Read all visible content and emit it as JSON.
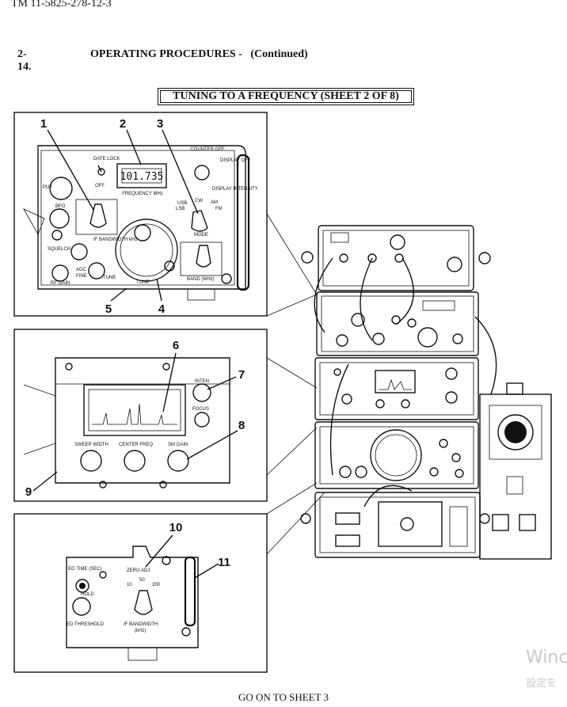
{
  "header": {
    "doc_number": "TM 11-5825-278-12-3",
    "section_number": "2-14.",
    "section_title": "OPERATING PROCEDURES -",
    "section_suffix": "(Continued)"
  },
  "figure": {
    "title": "TUNING TO A FREQUENCY (SHEET 2 OF 8)",
    "callouts": [
      "1",
      "2",
      "3",
      "4",
      "5",
      "6",
      "7",
      "8",
      "9",
      "10",
      "11"
    ],
    "panel1_labels": {
      "frequency_display": "101.735",
      "frequency_mhz": "FREQUENCY MHz",
      "counter_off": "COUNTER OFF",
      "display_off": "DISPLAY OFF",
      "display_intensity": "DISPLAY INTENSITY",
      "date_lock": "DATE LOCK",
      "off": "OFF",
      "bfo": "BFO",
      "if_bandwidth": "IF BANDWIDTH kHz",
      "mode": "MODE",
      "usb": "USB",
      "lsb": "LSB",
      "cw": "CW",
      "am": "AM",
      "fm": "FM",
      "squelch": "SQUELCH",
      "agc": "AGC",
      "fine": "FINE",
      "tune": "TUNE",
      "rf_gain": "RF GAIN",
      "band": "BAND (MHz)",
      "put": "PUT"
    },
    "panel2_labels": {
      "inten": "INTEN",
      "focus": "FOCUS",
      "sweep_width": "SWEEP WIDTH",
      "center_freq": "CENTER FREQ",
      "sm_gain": "SM GAIN"
    },
    "panel3_labels": {
      "reg_time": "EG TIME (SEC)",
      "hold": "HOLD",
      "threshold": "ED THRESHOLD",
      "zero_adj": "ZERO ADJ",
      "scale_10": "10",
      "scale_50": "50",
      "scale_200": "200",
      "if_bandwidth": "IF BANDWIDTH",
      "khz": "(kHz)"
    }
  },
  "footer": {
    "continuation": "GO ON TO SHEET 3"
  },
  "watermark": {
    "text": "Winc",
    "sub": "設定を"
  }
}
